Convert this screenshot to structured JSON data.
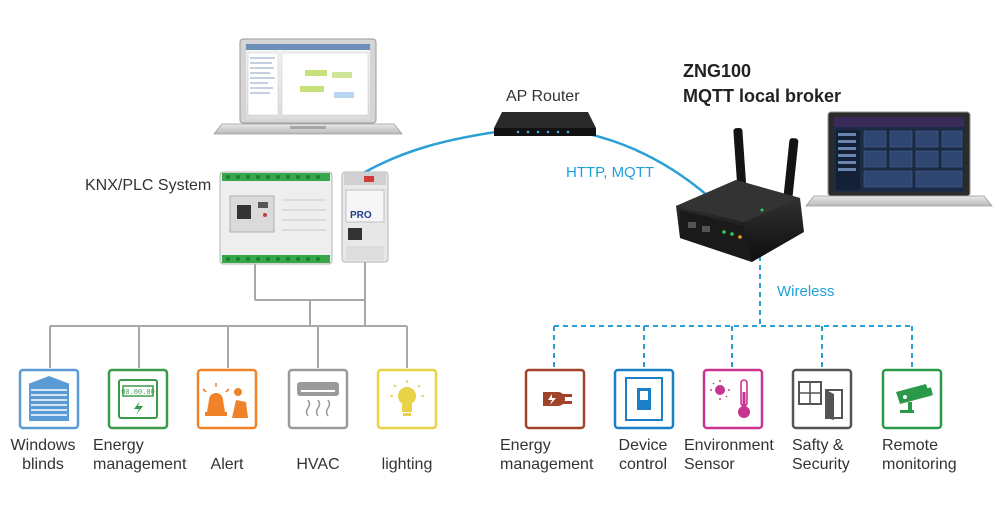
{
  "nodes": {
    "knx_system": "KNX/PLC System",
    "ap_router": "AP Router",
    "broker_line1": "ZNG100",
    "broker_line2": "MQTT local broker",
    "http_mqtt": "HTTP, MQTT",
    "wireless": "Wireless"
  },
  "wired_devices": [
    {
      "line1": "Windows",
      "line2": "blinds",
      "icon": "window-blinds-icon",
      "color": "#5b9bd5"
    },
    {
      "line1": "Energy",
      "line2": "management",
      "icon": "energy-meter-icon",
      "color": "#3a9a4a"
    },
    {
      "line1": "Alert",
      "line2": "",
      "icon": "alert-siren-icon",
      "color": "#f0822a"
    },
    {
      "line1": "HVAC",
      "line2": "",
      "icon": "hvac-icon",
      "color": "#9a9a9a"
    },
    {
      "line1": "lighting",
      "line2": "",
      "icon": "light-bulb-icon",
      "color": "#e8d247"
    }
  ],
  "wireless_devices": [
    {
      "line1": "Energy",
      "line2": "management",
      "icon": "power-plug-icon",
      "color": "#a0432a"
    },
    {
      "line1": "Device",
      "line2": "control",
      "icon": "wall-switch-icon",
      "color": "#1a7fc7"
    },
    {
      "line1": "Environment",
      "line2": "Sensor",
      "icon": "thermometer-sun-icon",
      "color": "#c8348f"
    },
    {
      "line1": "Safty &",
      "line2": "Security",
      "icon": "window-door-icon",
      "color": "#555555"
    },
    {
      "line1": "Remote",
      "line2": "monitoring",
      "icon": "security-camera-icon",
      "color": "#2a9a4a"
    }
  ],
  "colors": {
    "wired_line": "#a8a8a8",
    "wireless_line": "#2aa0d6"
  }
}
